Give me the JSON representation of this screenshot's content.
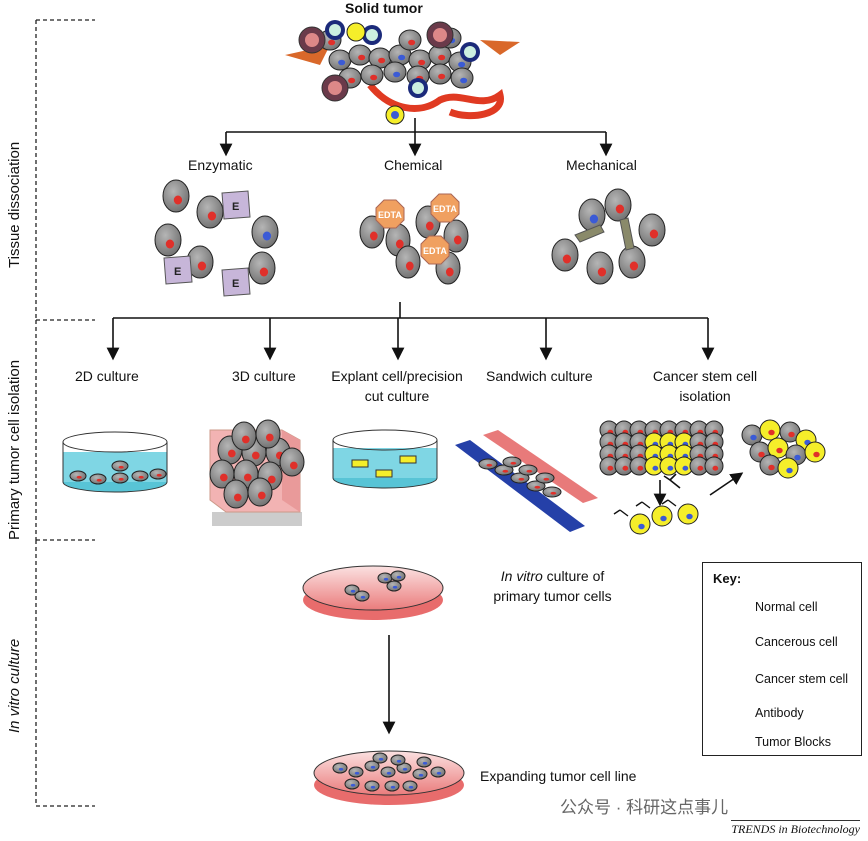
{
  "title": "Solid tumor",
  "sections": {
    "tissue_dissociation": "Tissue dissociation",
    "primary_isolation": "Primary tumor cell isolation",
    "in_vitro": "In vitro culture"
  },
  "dissociation_methods": [
    "Enzymatic",
    "Chemical",
    "Mechanical"
  ],
  "enzyme_letter": "E",
  "edta_label": "EDTA",
  "isolation_methods": {
    "culture_2d": "2D culture",
    "culture_3d": "3D culture",
    "explant_line1": "Explant cell/precision",
    "explant_line2": "cut culture",
    "sandwich": "Sandwich culture",
    "csc_line1": "Cancer stem cell",
    "csc_line2": "isolation"
  },
  "in_vitro_steps": {
    "step1_italic": "In vitro",
    "step1_rest": " culture of",
    "step1_line2": "primary tumor cells",
    "step2": "Expanding tumor cell line"
  },
  "key": {
    "title": "Key:",
    "items": [
      "Normal cell",
      "Cancerous cell",
      "Cancer stem cell",
      "Antibody",
      "Tumor Blocks"
    ]
  },
  "colors": {
    "cell_gray": "#8c8c8c",
    "nucleus_red": "#e0302a",
    "nucleus_blue": "#3b5bd6",
    "stem_yellow": "#f5ee2a",
    "enzyme_lilac": "#c7b6d9",
    "edta_orange": "#f0a060",
    "dish_cyan": "#6ed0e0",
    "dish_pink": "#f19a9a"
  },
  "watermark": "公众号 · 科研这点事儿",
  "footer": "TRENDS in Biotechnology"
}
